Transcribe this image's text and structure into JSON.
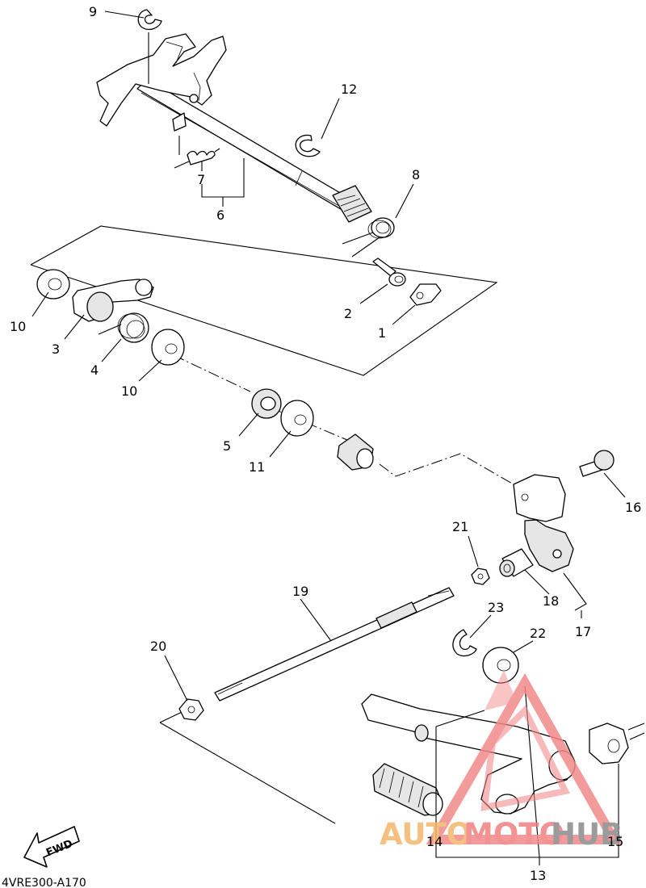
{
  "diagram": {
    "code": "4VRE300-A170",
    "fwd_label": "FWD",
    "callouts": {
      "c1": "1",
      "c2": "2",
      "c3": "3",
      "c4": "4",
      "c5": "5",
      "c6": "6",
      "c7": "7",
      "c8": "8",
      "c9": "9",
      "c10a": "10",
      "c10b": "10",
      "c11": "11",
      "c12": "12",
      "c13": "13",
      "c14": "14",
      "c15": "15",
      "c16": "16",
      "c17": "17",
      "c18": "18",
      "c19": "19",
      "c20": "20",
      "c21": "21",
      "c22": "22",
      "c23": "23"
    }
  },
  "watermark": {
    "part1": "AUTO",
    "part2": "MOTO",
    "part3": "HUB",
    "colors": {
      "auto": "#f4b66a",
      "moto": "#f08080",
      "hub": "#8a8a8a",
      "triangle": "#f28a8a"
    }
  }
}
